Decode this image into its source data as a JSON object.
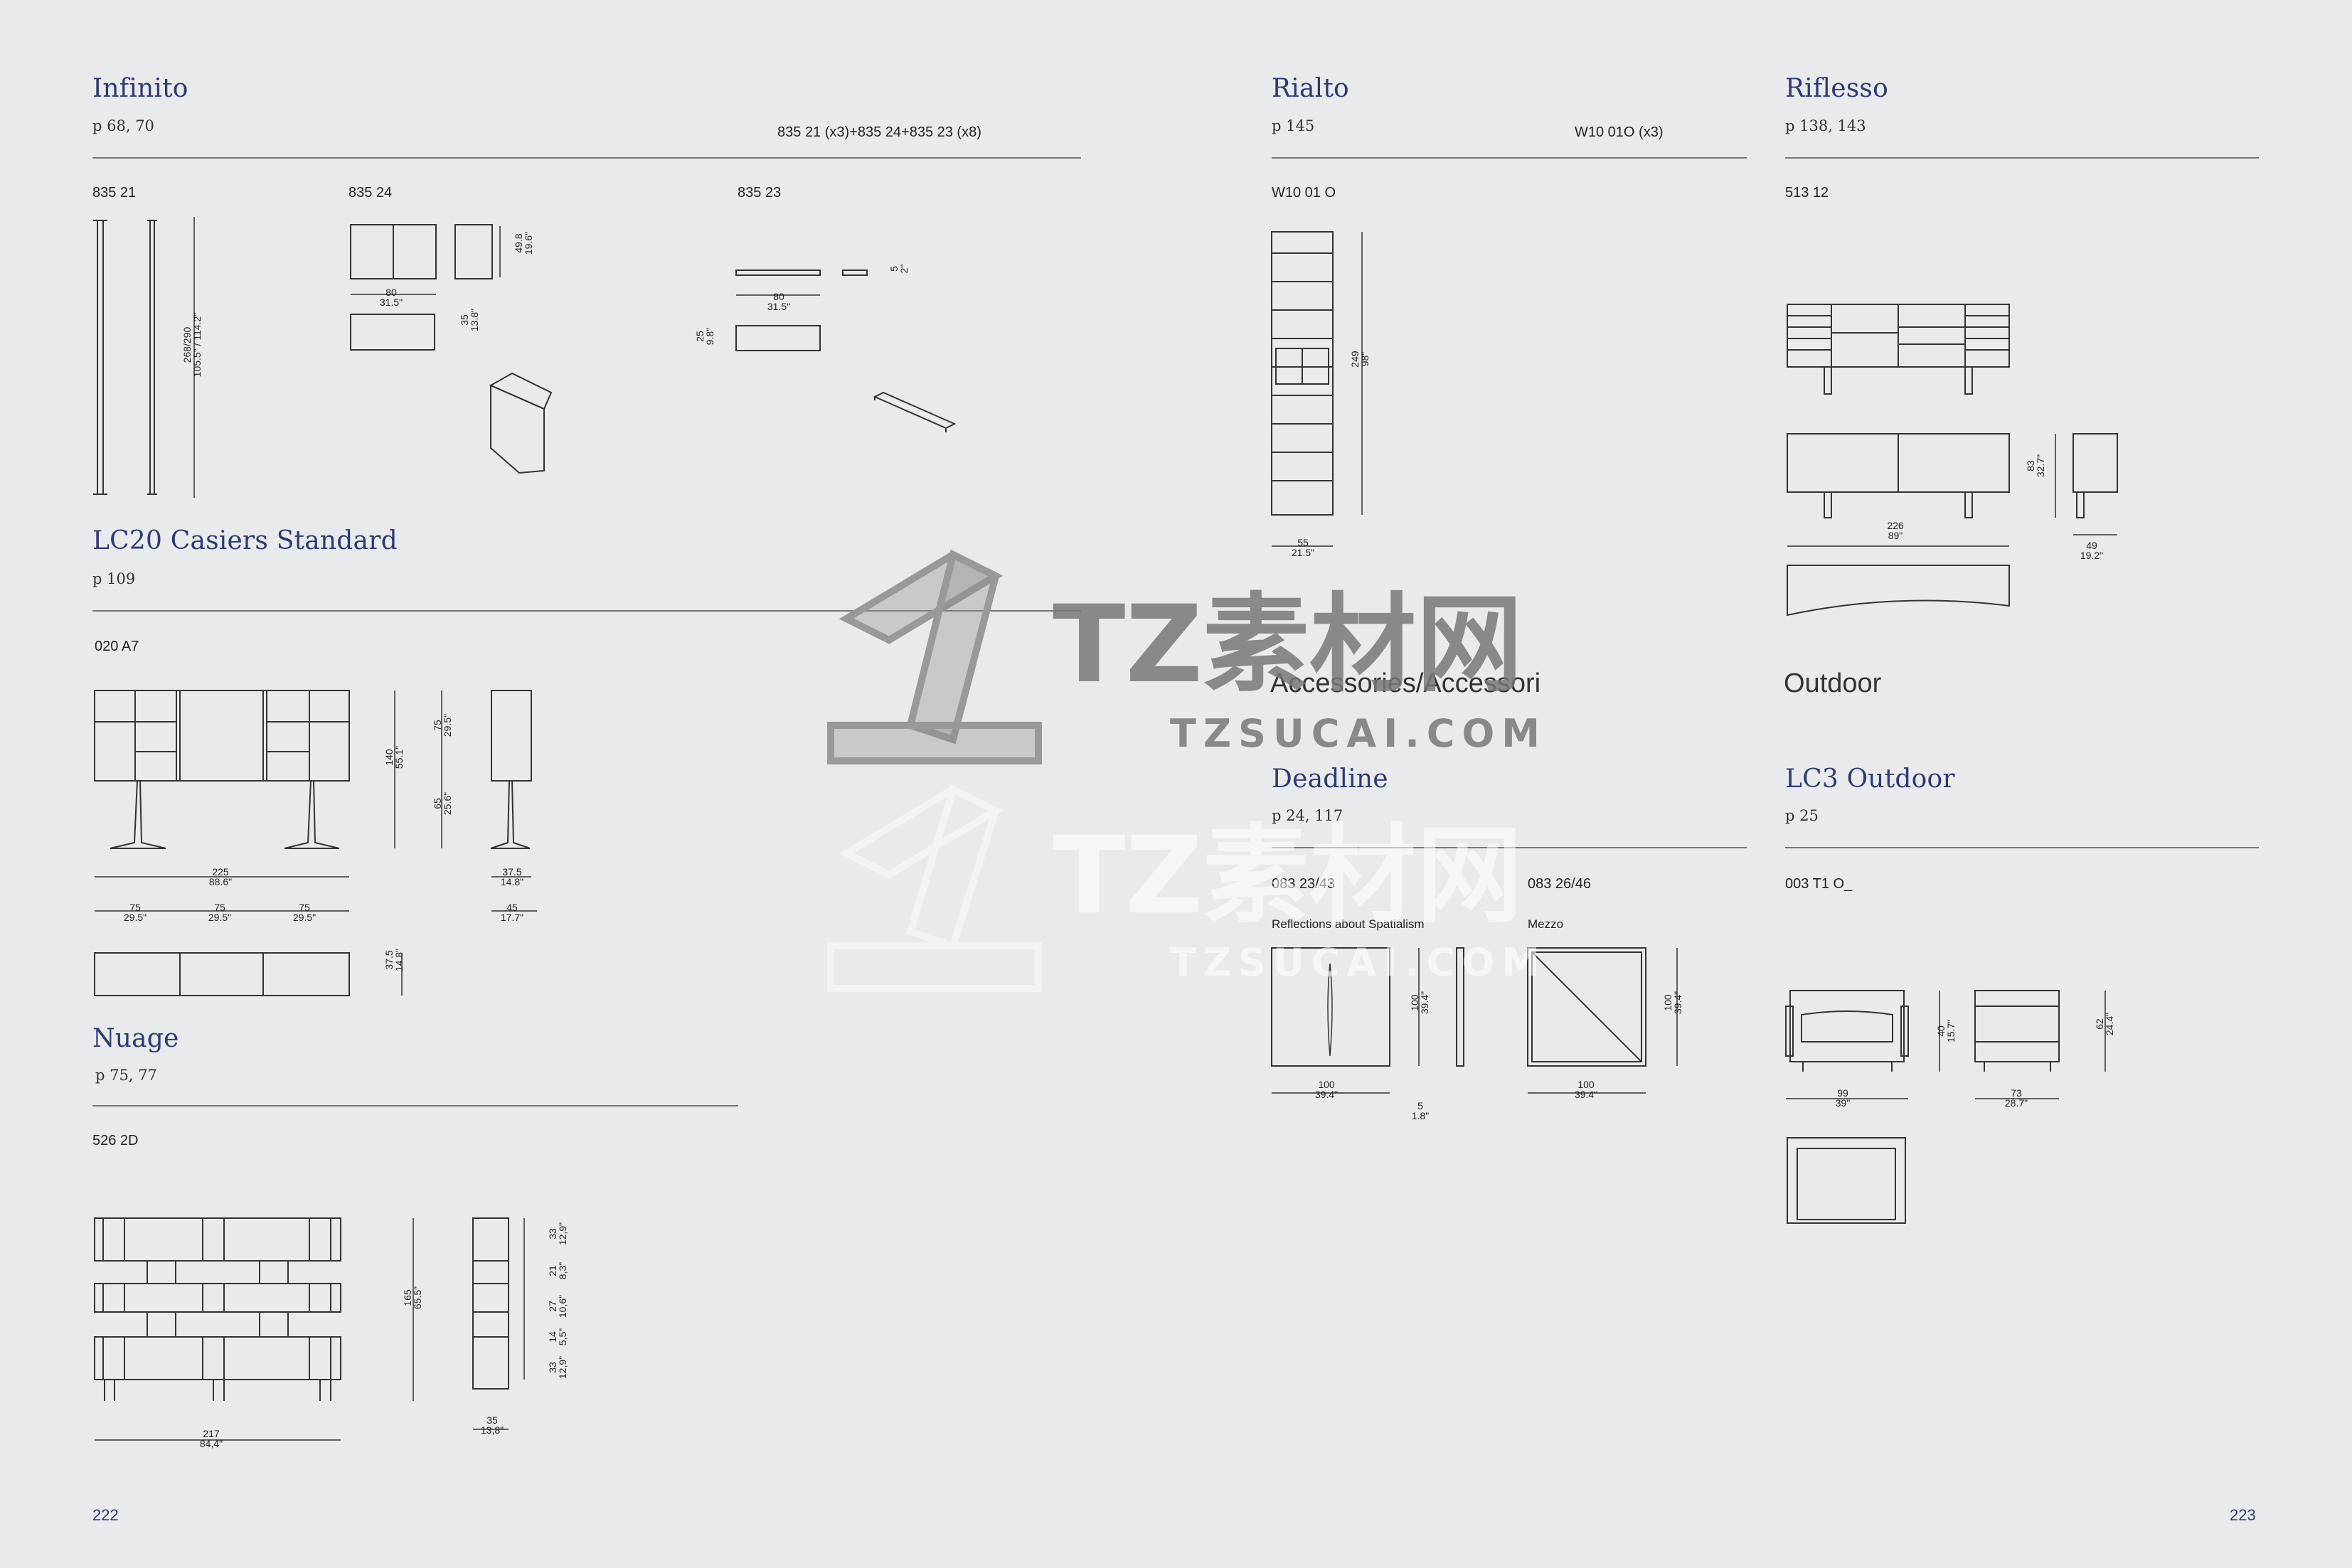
{
  "left_page": {
    "infinito": {
      "title": "Infinito",
      "pages": "p 68, 70",
      "config": "835 21 (x3)+835 24+835 23 (x8)",
      "codes": [
        "835 21",
        "835 24",
        "835 23"
      ],
      "dims": {
        "h": "268/290",
        "h_in": "105.5\" / 114.2\"",
        "w80": "80",
        "w80_in": "31.5\"",
        "d49": "49.8",
        "d49_in": "19.6\"",
        "d35": "35",
        "d35_in": "13.8\"",
        "t5": "5",
        "t5_in": "2\"",
        "s80": "80",
        "s80_in": "31.5\"",
        "s25": "25",
        "s25_in": "9.8\""
      }
    },
    "lc20": {
      "title": "LC20 Casiers Standard",
      "pages": "p 109",
      "code": "020 A7",
      "dims": {
        "w": "225",
        "w_in": "88.6\"",
        "s1": "75",
        "s1_in": "29.5\"",
        "s2": "75",
        "s2_in": "29.5\"",
        "s3": "75",
        "s3_in": "29.5\"",
        "h": "140",
        "h_in": "55.1\"",
        "h_top": "75",
        "h_top_in": "29.5\"",
        "h_bot": "65",
        "h_bot_in": "25.6\"",
        "d": "37.5",
        "d_in": "14.8\"",
        "d2": "45",
        "d2_in": "17.7\"",
        "dp": "37.5",
        "dp_in": "14.8\""
      }
    },
    "nuage": {
      "title": "Nuage",
      "pages": "p 75, 77",
      "code": "526 2D",
      "dims": {
        "w": "217",
        "w_in": "84,4\"",
        "h": "165",
        "h_in": "65.5\"",
        "d": "35",
        "d_in": "13,8\"",
        "r1": "33",
        "r1_in": "12,9\"",
        "r2": "21",
        "r2_in": "8,3\"",
        "r3": "27",
        "r3_in": "10,6\"",
        "r4": "14",
        "r4_in": "5,5\"",
        "r5": "33",
        "r5_in": "12,9\""
      }
    },
    "page_number": "222"
  },
  "right_page": {
    "rialto": {
      "title": "Rialto",
      "pages": "p 145",
      "config": "W10 01O (x3)",
      "code": "W10 01 O",
      "dims": {
        "h": "249",
        "h_in": "98\"",
        "w": "55",
        "w_in": "21.5\""
      }
    },
    "riflesso": {
      "title": "Riflesso",
      "pages": "p 138, 143",
      "code": "513 12",
      "dims": {
        "w": "226",
        "w_in": "89\"",
        "h": "83",
        "h_in": "32.7\"",
        "d": "49",
        "d_in": "19.2\""
      }
    },
    "accessories_heading": "Accessories/Accessori",
    "outdoor_heading": "Outdoor",
    "deadline": {
      "title": "Deadline",
      "pages": "p 24, 117",
      "code_a": "083 23/43",
      "code_b": "083 26/46",
      "name_a": "Reflections about Spatialism",
      "name_b": "Mezzo",
      "dims": {
        "w": "100",
        "w_in": "39.4\"",
        "h": "100",
        "h_in": "39.4\"",
        "t": "5",
        "t_in": "1.8\"",
        "w2": "100",
        "w2_in": "39.4\"",
        "h2": "100",
        "h2_in": "39.4\""
      }
    },
    "lc3": {
      "title": "LC3 Outdoor",
      "pages": "p 25",
      "code": "003 T1 O_",
      "dims": {
        "w": "99",
        "w_in": "39\"",
        "h_seat": "40",
        "h_seat_in": "15.7\"",
        "d": "73",
        "d_in": "28.7\"",
        "h": "62",
        "h_in": "24.4\""
      }
    },
    "page_number": "223"
  },
  "watermark": {
    "cn": "TZ素材网",
    "en": "TZSUCAI.COM"
  }
}
